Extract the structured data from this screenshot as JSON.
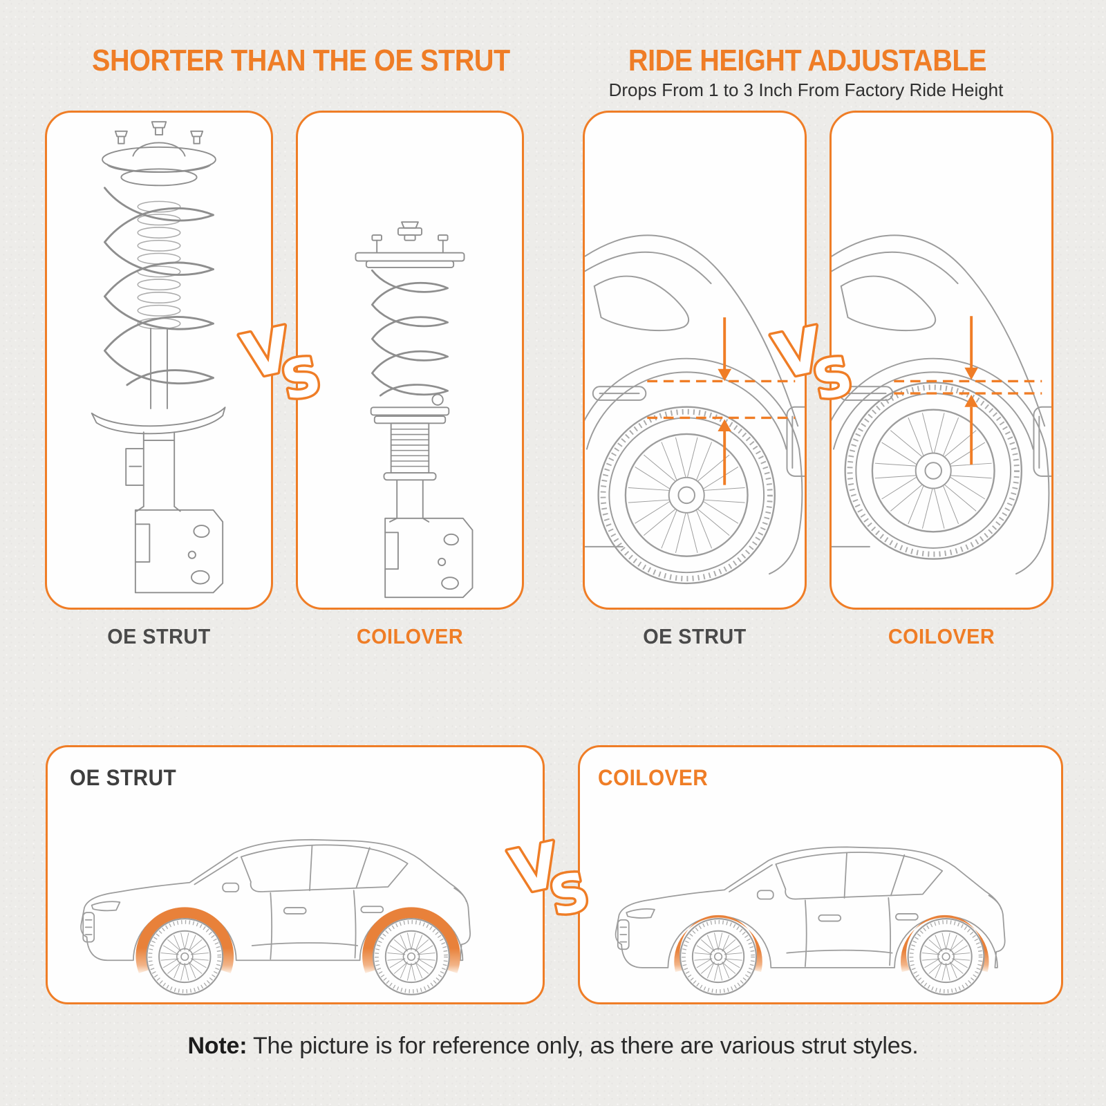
{
  "colors": {
    "accent_orange": "#EF7D26",
    "arch_highlight_orange": "#E8813A",
    "label_dark_gray": "#4A4A4A",
    "subtitle_dark": "#2F2F2F",
    "line_art_gray": "#9C9C9C",
    "panel_background": "#FEFEFE",
    "page_background": "#EDECE9"
  },
  "left_section": {
    "heading": "SHORTER THAN THE OE STRUT",
    "panel_labels": [
      "OE STRUT",
      "COILOVER"
    ]
  },
  "right_section": {
    "heading": "RIDE HEIGHT ADJUSTABLE",
    "subheading": "Drops From 1 to 3 Inch From Factory Ride Height",
    "panel_labels": [
      "OE STRUT",
      "COILOVER"
    ]
  },
  "bottom_section": {
    "left_panel_label": "OE STRUT",
    "right_panel_label": "COILOVER"
  },
  "vs_badge": {
    "v": "V",
    "s": "S"
  },
  "note": {
    "prefix": "Note:",
    "text": "The picture is for reference only, as there are various strut styles."
  }
}
